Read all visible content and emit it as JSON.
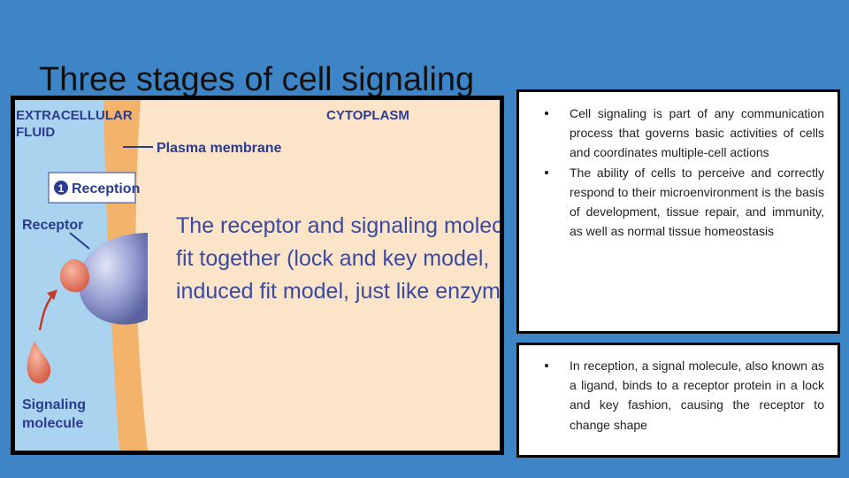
{
  "slide": {
    "title": "Three stages of cell signaling"
  },
  "figure": {
    "extracellular_line1": "EXTRACELLULAR",
    "extracellular_line2": "FLUID",
    "cytoplasm": "CYTOPLASM",
    "plasma_membrane": "Plasma membrane",
    "step_number": "1",
    "step_label": "Reception",
    "receptor": "Receptor",
    "signaling_line1": "Signaling",
    "signaling_line2": "molecule",
    "caption_line1": "The receptor and signaling molecules",
    "caption_line2": "fit together (lock and key model,",
    "caption_line3": "induced fit model, just like enzymes!)"
  },
  "panel_top": {
    "bullet1": "Cell signaling is part of any communication process that governs basic activities of cells and coordinates multiple-cell actions",
    "bullet2": "The ability of cells to perceive and correctly respond to their microenvironment is the basis of development, tissue repair, and immunity, as well as normal tissue homeostasis"
  },
  "panel_bottom": {
    "bullet1": "In reception, a signal molecule, also known as a ligand, binds to a receptor protein in a lock and key fashion, causing the receptor to change shape"
  },
  "colors": {
    "background": "#3d85c6",
    "extracellular": "#a9d3ef",
    "membrane": "#f3b36a",
    "cytoplasm": "#fbe4c8",
    "text_blue": "#2b3b8f",
    "receptor": "#8f98cc",
    "signal_molecule": "#e8775f"
  }
}
